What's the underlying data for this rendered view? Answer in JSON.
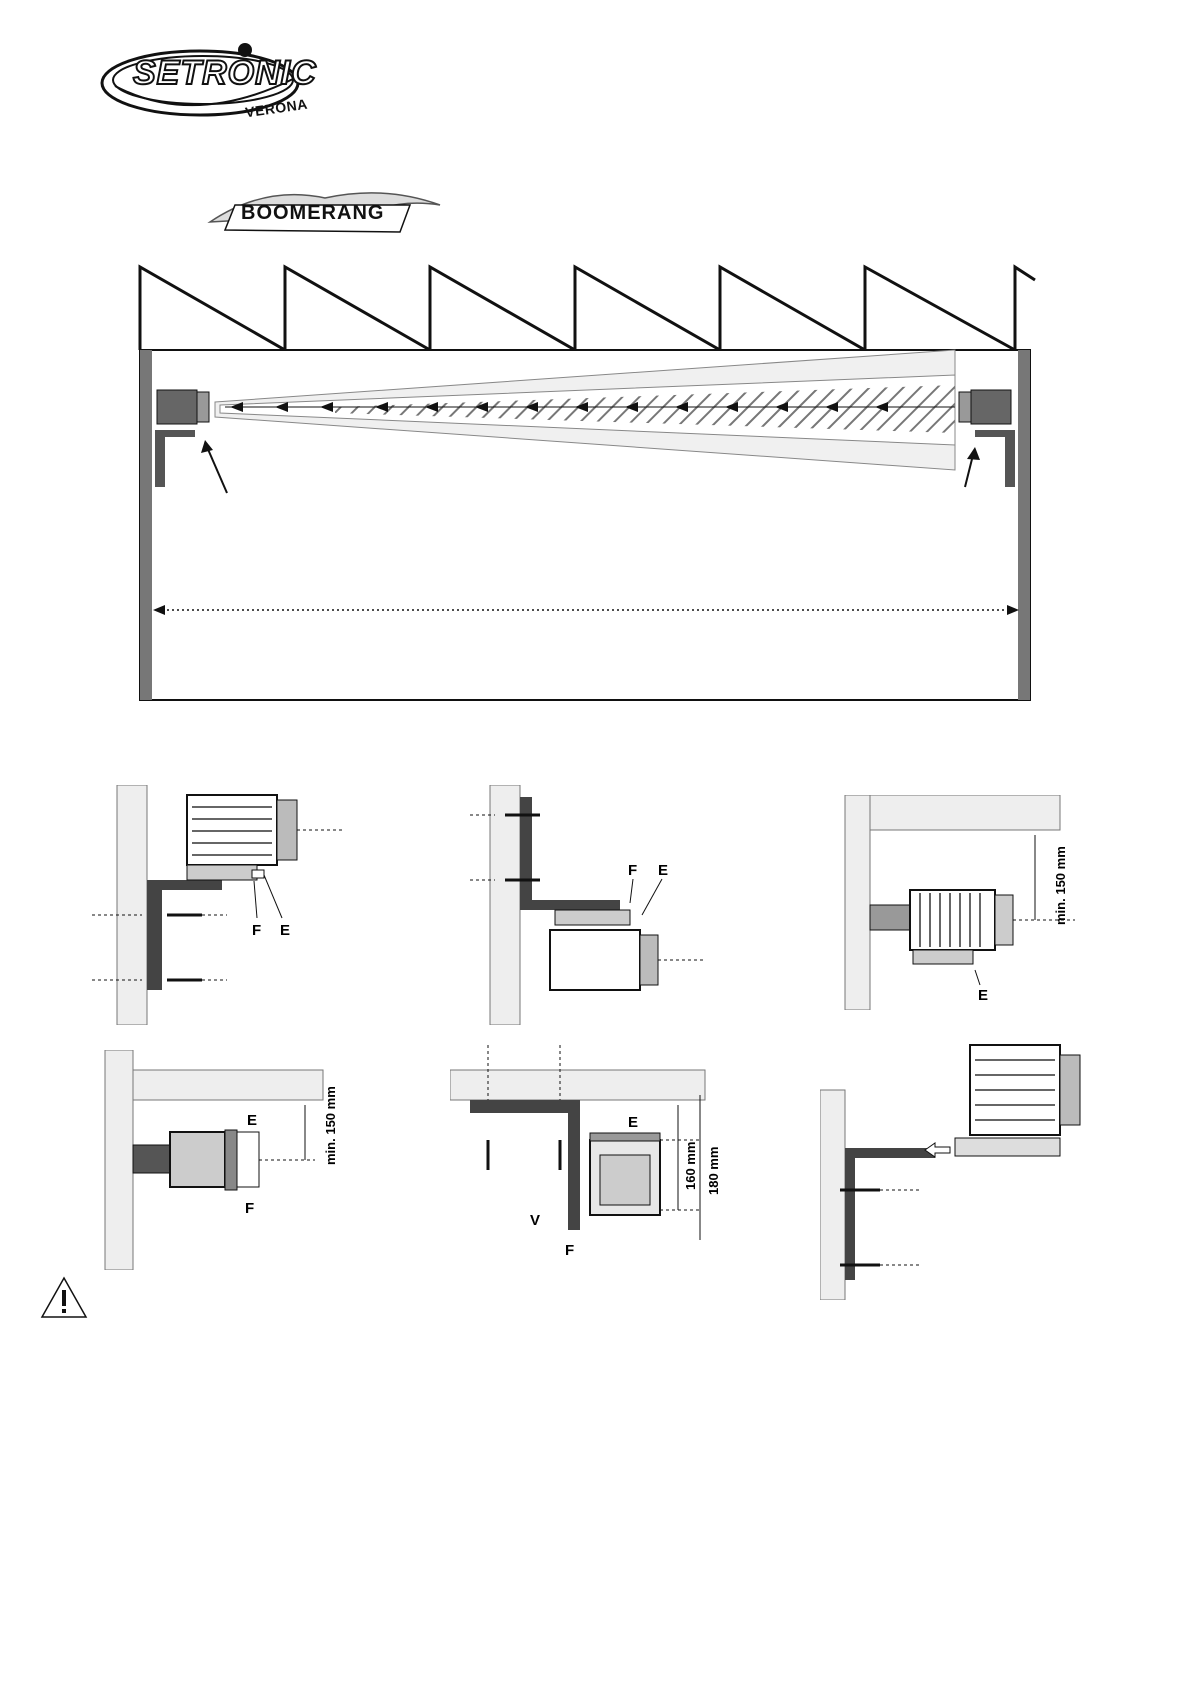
{
  "header": {
    "brand_name": "SETRONIC",
    "brand_city": "VERONA",
    "product_name": "BOOMERANG"
  },
  "diagrams": {
    "p1": {
      "label_f": "F",
      "label_e": "E"
    },
    "p2": {
      "label_f": "F",
      "label_e": "E"
    },
    "p3": {
      "label_e": "E",
      "dimension": "min. 150 mm"
    },
    "p4": {
      "label_e": "E",
      "label_f": "F",
      "dimension": "min. 150 mm"
    },
    "p5": {
      "label_e": "E",
      "label_v": "V",
      "label_f": "F",
      "dimension_inner": "160 mm",
      "dimension_outer": "180 mm"
    }
  },
  "icons": {
    "logo": "setronic-logo",
    "product": "boomerang-logo",
    "warning": "warning-icon"
  }
}
